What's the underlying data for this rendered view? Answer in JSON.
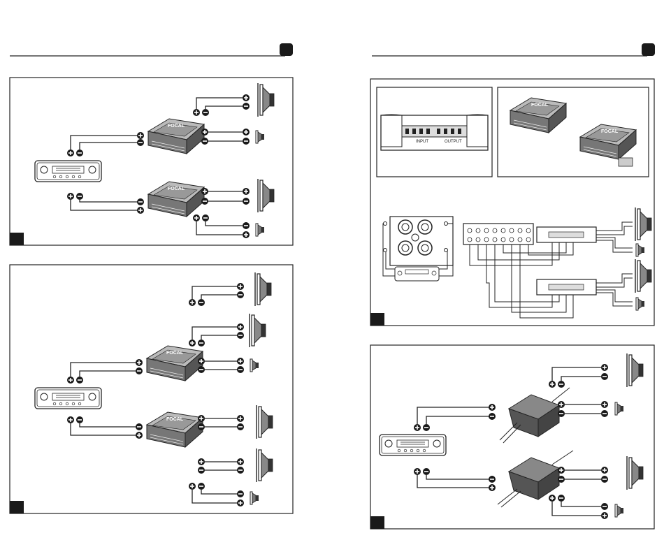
{
  "colors": {
    "ink": "#222222",
    "badge": "#1a1a1a",
    "paper": "#ffffff"
  },
  "labels": {
    "brand": "FOCAL",
    "input": "INPUT",
    "output": "OUTPUT"
  },
  "icons": {
    "plus": "plus-terminal-icon",
    "minus": "minus-terminal-icon",
    "headunit": "head-unit-icon",
    "crossover": "crossover-icon",
    "woofer": "woofer-icon",
    "tweeter": "tweeter-icon",
    "amplifier": "amplifier-icon"
  }
}
